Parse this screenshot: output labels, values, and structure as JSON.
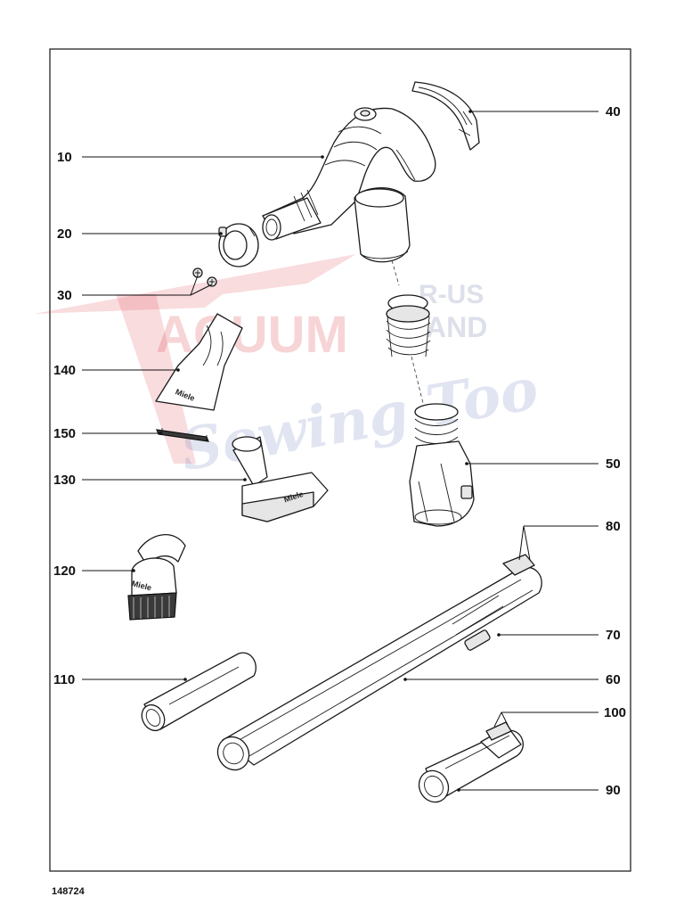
{
  "callouts": [
    {
      "label": "10"
    },
    {
      "label": "20"
    },
    {
      "label": "30"
    },
    {
      "label": "40"
    },
    {
      "label": "50"
    },
    {
      "label": "60"
    },
    {
      "label": "70"
    },
    {
      "label": "80"
    },
    {
      "label": "90"
    },
    {
      "label": "100"
    },
    {
      "label": "110"
    },
    {
      "label": "120"
    },
    {
      "label": "130"
    },
    {
      "label": "140"
    },
    {
      "label": "150"
    }
  ],
  "drawing_code": "148724",
  "brand_mark": "Miele",
  "watermark": {
    "word1": "ACUUM",
    "word2": "R-US",
    "word3": "AND",
    "script": "Sewing Too"
  },
  "colors": {
    "watermark_red": "#dc3c46",
    "watermark_blue": "#7882aa",
    "line": "#111111"
  }
}
